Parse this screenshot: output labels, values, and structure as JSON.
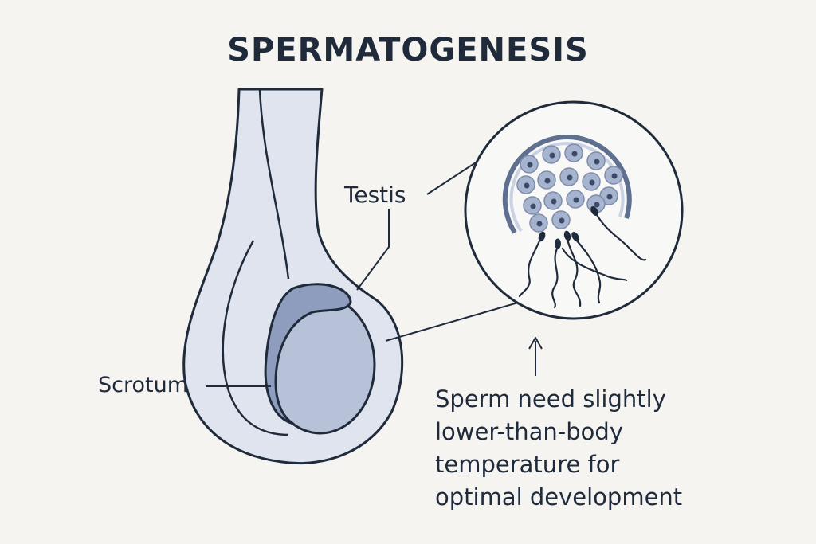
{
  "title": "SPERMATOGENESIS",
  "labels": {
    "testis": "Testis",
    "scrotum": "Scrotum"
  },
  "caption": [
    "Sperm need slightly",
    "lower-than-body",
    "temperature for",
    "optimal development"
  ],
  "colors": {
    "background": "#f5f4f1",
    "outline": "#1f2a3a",
    "tissue_fill": "#dfe4ee",
    "testis_fill": "#b7c2d8",
    "epididymis_fill": "#8e9dbd",
    "cell_fill": "#a7b4cf",
    "cell_nucleus": "#3b4a66"
  }
}
